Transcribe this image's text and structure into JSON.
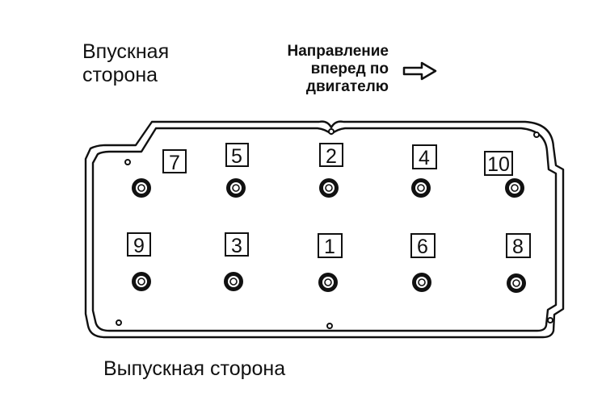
{
  "labels": {
    "intake_side": [
      "Впускная",
      "сторона"
    ],
    "front_direction": [
      "Направление",
      "вперед по",
      "двигателю"
    ],
    "exhaust_side": "Выпускная сторона"
  },
  "bolts": {
    "top_row": [
      "7",
      "5",
      "2",
      "4",
      "10"
    ],
    "bottom_row": [
      "9",
      "3",
      "1",
      "6",
      "8"
    ]
  },
  "icons": {
    "direction": "outline-arrow-right-icon"
  }
}
